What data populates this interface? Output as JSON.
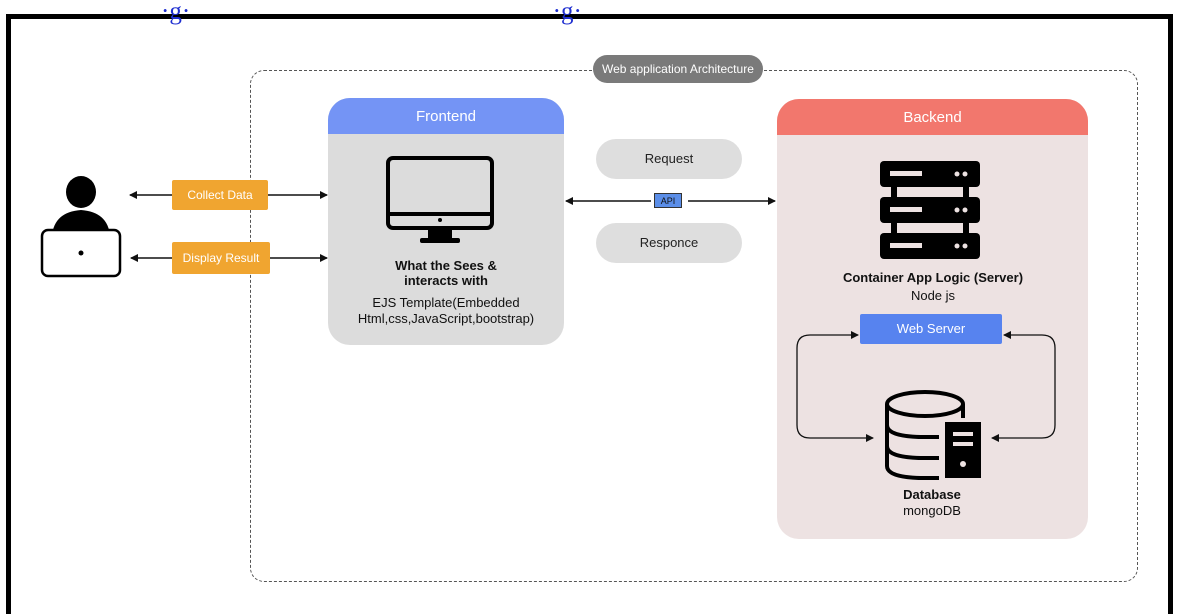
{
  "header": {
    "cut_heading": "·g·                                                          ·g·"
  },
  "architecture": {
    "label": "Web application Architecture"
  },
  "user": {
    "collect_label": "Collect Data",
    "display_label": "Display Result"
  },
  "frontend": {
    "title": "Frontend",
    "caption_line1": "What the Sees &",
    "caption_line2": "interacts with",
    "detail_line1": "EJS Template(Embedded",
    "detail_line2": "Html,css,JavaScript,bootstrap)"
  },
  "communication": {
    "request_label": "Request",
    "api_label": "API",
    "response_label": "Responce"
  },
  "backend": {
    "title": "Backend",
    "server_title": "Container App Logic (Server)",
    "server_subtitle": "Node js",
    "web_server_label": "Web Server",
    "database_title": "Database",
    "database_subtitle": "mongoDB"
  },
  "icons": [
    "user-laptop-icon",
    "monitor-icon",
    "server-rack-icon",
    "database-icon"
  ],
  "colors": {
    "frontend_header": "#7494f5",
    "backend_header": "#f2776d",
    "tag_orange": "#f0a530",
    "web_server_blue": "#5783ef",
    "api_blue": "#5b8ee8",
    "heading_blue": "#1f2fd0"
  }
}
